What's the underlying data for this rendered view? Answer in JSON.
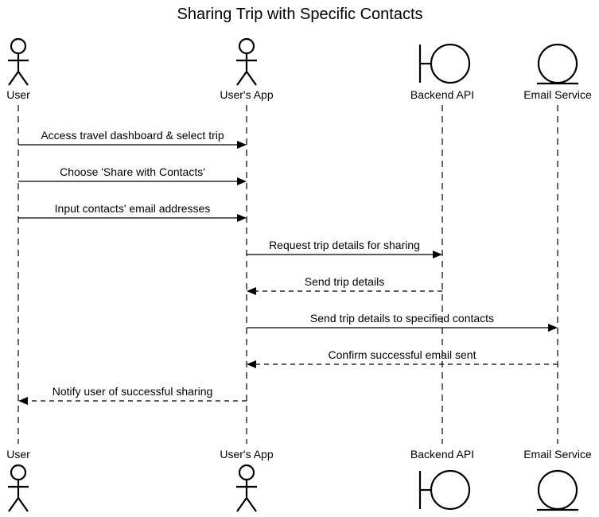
{
  "diagram": {
    "title": "Sharing Trip with Specific Contacts",
    "participants": [
      {
        "id": "user",
        "label": "User",
        "kind": "actor"
      },
      {
        "id": "app",
        "label": "User's App",
        "kind": "actor"
      },
      {
        "id": "backend",
        "label": "Backend API",
        "kind": "boundary"
      },
      {
        "id": "email",
        "label": "Email Service",
        "kind": "entity"
      }
    ],
    "messages": [
      {
        "from": "user",
        "to": "app",
        "label": "Access travel dashboard & select trip",
        "style": "solid"
      },
      {
        "from": "user",
        "to": "app",
        "label": "Choose 'Share with Contacts'",
        "style": "solid"
      },
      {
        "from": "user",
        "to": "app",
        "label": "Input contacts' email addresses",
        "style": "solid"
      },
      {
        "from": "app",
        "to": "backend",
        "label": "Request trip details for sharing",
        "style": "solid"
      },
      {
        "from": "backend",
        "to": "app",
        "label": "Send trip details",
        "style": "dashed"
      },
      {
        "from": "app",
        "to": "email",
        "label": "Send trip details to specified contacts",
        "style": "solid"
      },
      {
        "from": "email",
        "to": "app",
        "label": "Confirm successful email sent",
        "style": "dashed"
      },
      {
        "from": "app",
        "to": "user",
        "label": "Notify user of successful sharing",
        "style": "dashed"
      }
    ]
  }
}
